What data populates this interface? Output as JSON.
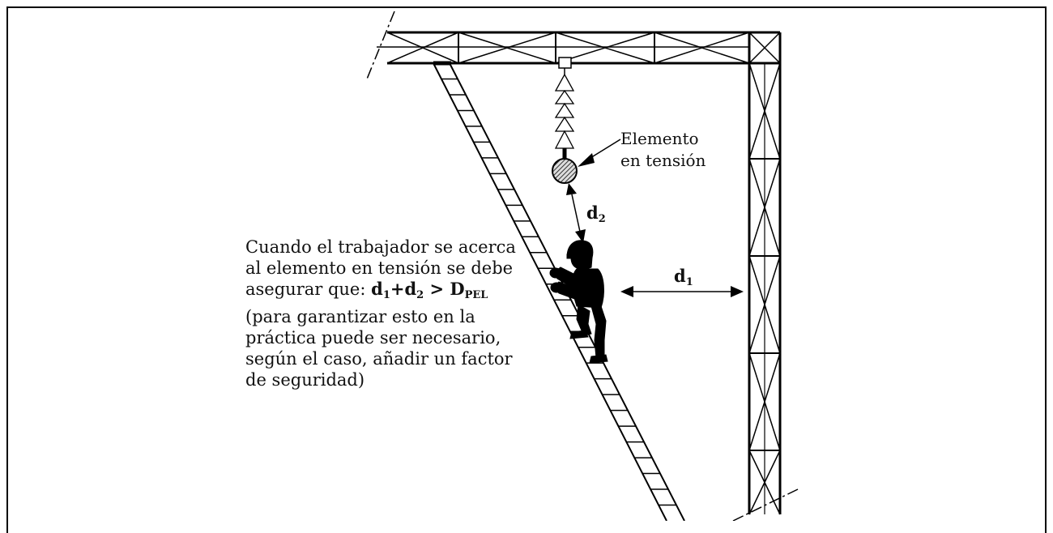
{
  "labels": {
    "live_element_line1": "Elemento",
    "live_element_line2": "en tensión",
    "d1": "d",
    "d1_sub": "1",
    "d2": "d",
    "d2_sub": "2"
  },
  "note": {
    "line1": "Cuando el trabajador se acerca",
    "line2": "al elemento en tensión se debe",
    "line3_prefix": "asegurar que: ",
    "formula_d": "d",
    "formula_sub1": "1",
    "formula_plus": "+d",
    "formula_sub2": "2",
    "formula_gt": " > D",
    "formula_subpel": "PEL",
    "line4": "(para garantizar esto en la",
    "line5": "práctica puede ser necesario,",
    "line6": "según el caso, añadir un factor",
    "line7": "de seguridad)"
  },
  "colors": {
    "stroke": "#000000",
    "background": "#ffffff"
  }
}
